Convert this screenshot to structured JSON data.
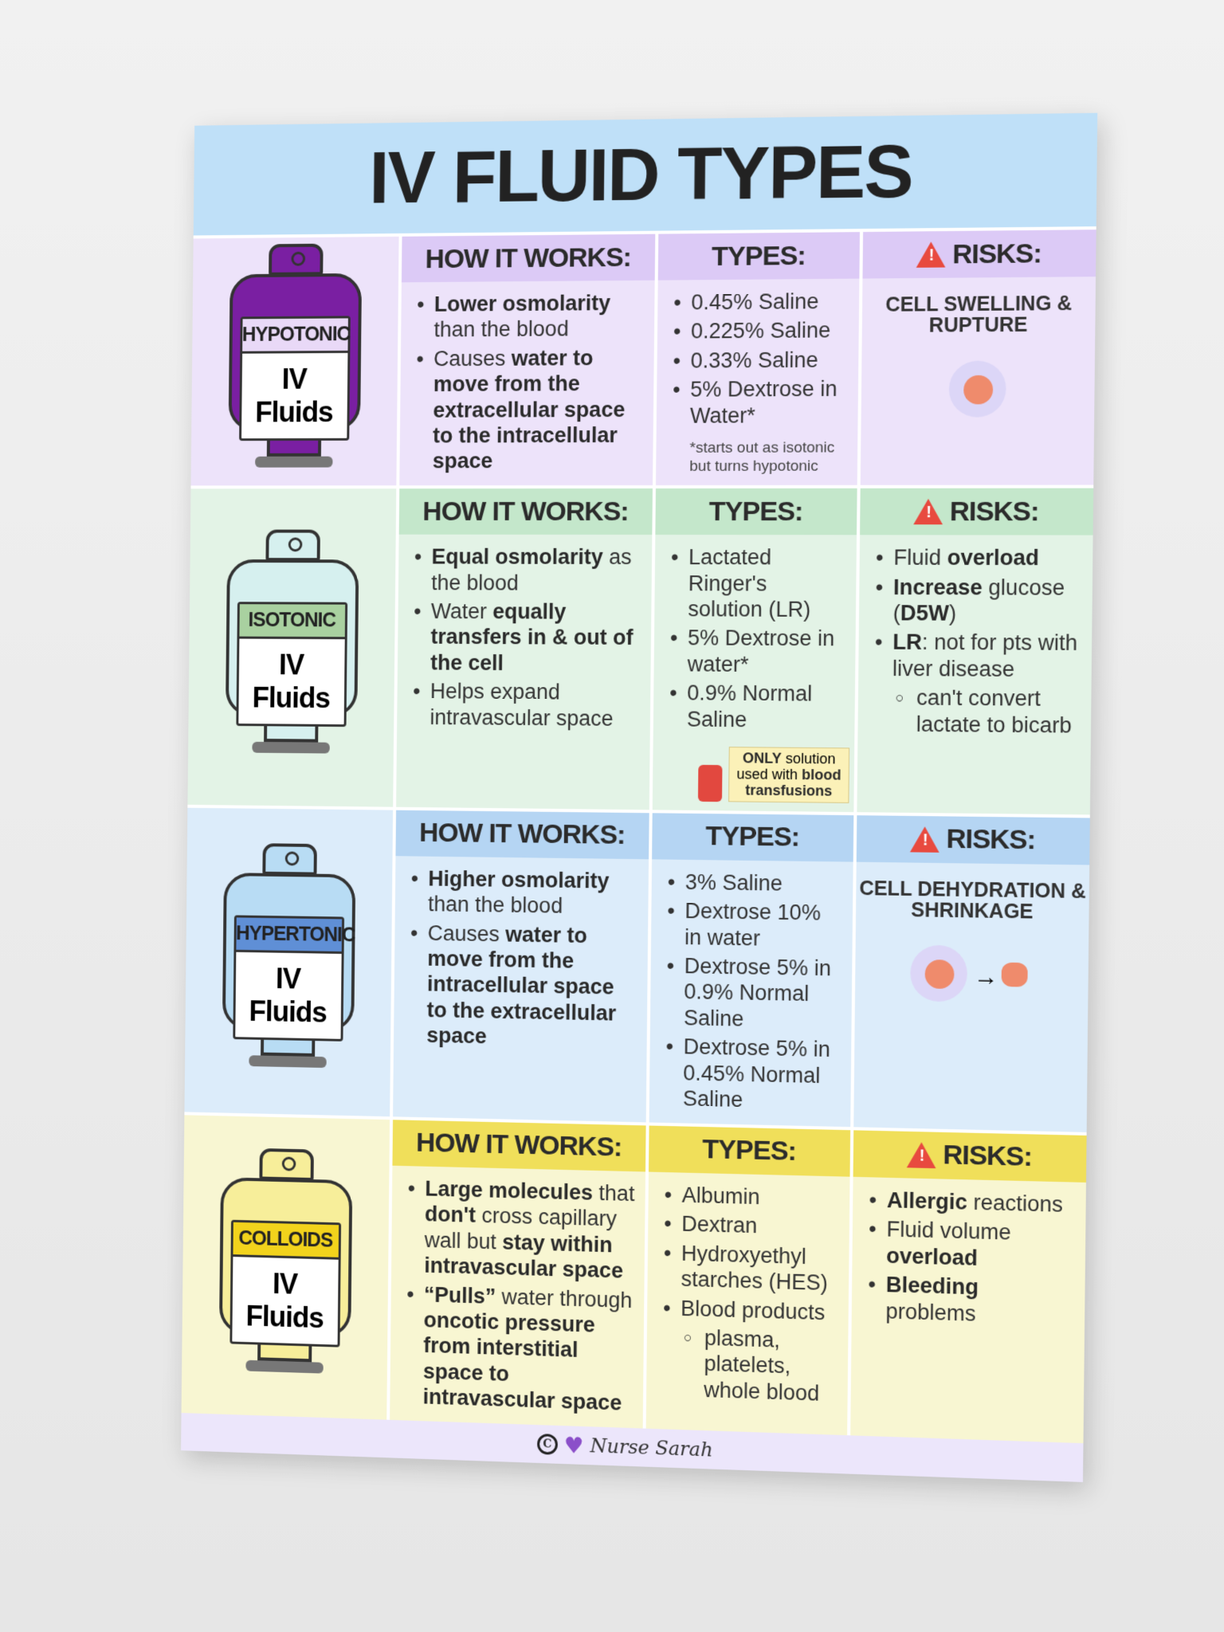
{
  "title": "IV FLUID TYPES",
  "labels": {
    "how": "HOW IT WORKS:",
    "types": "TYPES:",
    "risks": "RISKS:",
    "bag_sub": "IV Fluids"
  },
  "rows": [
    {
      "name": "HYPOTONIC",
      "colors": {
        "bg": "#ede3fa",
        "hdr": "#dccaf6",
        "bag": "#7a1fa2",
        "tag": "#e9d9f7"
      },
      "how": [
        [
          {
            "t": "Lower osmolarity",
            "b": true
          },
          {
            "t": " than the blood"
          }
        ],
        [
          {
            "t": "Causes "
          },
          {
            "t": "water to move from the extracellular space to the intracellular space",
            "b": true
          }
        ]
      ],
      "types": [
        [
          {
            "t": "0.45% Saline"
          }
        ],
        [
          {
            "t": "0.225% Saline"
          }
        ],
        [
          {
            "t": "0.33% Saline"
          }
        ],
        [
          {
            "t": "5% Dextrose in Water*"
          }
        ]
      ],
      "types_note": "*starts out as isotonic but turns hypotonic",
      "risk_heading": "CELL SWELLING & RUPTURE",
      "risks": []
    },
    {
      "name": "ISOTONIC",
      "colors": {
        "bg": "#e3f3e6",
        "hdr": "#c4e7cb",
        "bag": "#d6f0ef",
        "tag": "#a9d1a0"
      },
      "how": [
        [
          {
            "t": "Equal osmolarity",
            "b": true
          },
          {
            "t": " as the blood"
          }
        ],
        [
          {
            "t": "Water "
          },
          {
            "t": "equally transfers in & out of the cell",
            "b": true
          }
        ],
        [
          {
            "t": "Helps expand intravascular space"
          }
        ]
      ],
      "types": [
        [
          {
            "t": "Lactated Ringer's solution (LR)"
          }
        ],
        [
          {
            "t": "5% Dextrose in water*"
          }
        ],
        [
          {
            "t": "0.9% Normal Saline"
          }
        ]
      ],
      "callout": [
        {
          "t": "ONLY",
          "b": true
        },
        {
          "t": " solution used with "
        },
        {
          "t": "blood transfusions",
          "b": true
        }
      ],
      "risks": [
        [
          {
            "t": "Fluid "
          },
          {
            "t": "overload",
            "b": true
          }
        ],
        [
          {
            "t": "Increase",
            "b": true
          },
          {
            "t": " glucose ("
          },
          {
            "t": "D5W",
            "b": true
          },
          {
            "t": ")"
          }
        ],
        [
          {
            "t": "LR",
            "b": true
          },
          {
            "t": ": not for pts with liver disease"
          }
        ]
      ],
      "risks_sub": "can't convert lactate to bicarb"
    },
    {
      "name": "HYPERTONIC",
      "colors": {
        "bg": "#dcecfa",
        "hdr": "#b5d5f3",
        "bag": "#b8dcf4",
        "tag": "#5f8fd6"
      },
      "how": [
        [
          {
            "t": "Higher osmolarity",
            "b": true
          },
          {
            "t": " than the blood"
          }
        ],
        [
          {
            "t": "Causes "
          },
          {
            "t": "water to move from the intracellular space to the extracellular space",
            "b": true
          }
        ]
      ],
      "types": [
        [
          {
            "t": "3% Saline"
          }
        ],
        [
          {
            "t": "Dextrose 10% in water"
          }
        ],
        [
          {
            "t": "Dextrose 5% in 0.9% Normal Saline"
          }
        ],
        [
          {
            "t": "Dextrose 5% in 0.45% Normal Saline"
          }
        ]
      ],
      "risk_heading": "CELL DEHYDRATION & SHRINKAGE",
      "risks": []
    },
    {
      "name": "COLLOIDS",
      "colors": {
        "bg": "#f8f6d2",
        "hdr": "#f0df5a",
        "bag": "#f7ee9a",
        "tag": "#f2d31c"
      },
      "how": [
        [
          {
            "t": "Large molecules",
            "b": true
          },
          {
            "t": " that "
          },
          {
            "t": "don't",
            "b": true
          },
          {
            "t": " cross capillary wall but "
          },
          {
            "t": "stay within intravascular space",
            "b": true
          }
        ],
        [
          {
            "t": "“Pulls”",
            "b": true
          },
          {
            "t": " water through "
          },
          {
            "t": "oncotic pressure from interstitial space to intravascular space",
            "b": true
          }
        ]
      ],
      "types": [
        [
          {
            "t": "Albumin"
          }
        ],
        [
          {
            "t": "Dextran"
          }
        ],
        [
          {
            "t": "Hydroxyethyl starches (HES)"
          }
        ],
        [
          {
            "t": "Blood products"
          }
        ]
      ],
      "types_sub": "plasma, platelets, whole blood",
      "risks": [
        [
          {
            "t": "Allergic",
            "b": true
          },
          {
            "t": " reactions"
          }
        ],
        [
          {
            "t": "Fluid volume "
          },
          {
            "t": "overload",
            "b": true
          }
        ],
        [
          {
            "t": "Bleeding",
            "b": true
          },
          {
            "t": " problems"
          }
        ]
      ]
    }
  ],
  "footer": {
    "author": "Nurse Sarah",
    "copyright": "©"
  }
}
